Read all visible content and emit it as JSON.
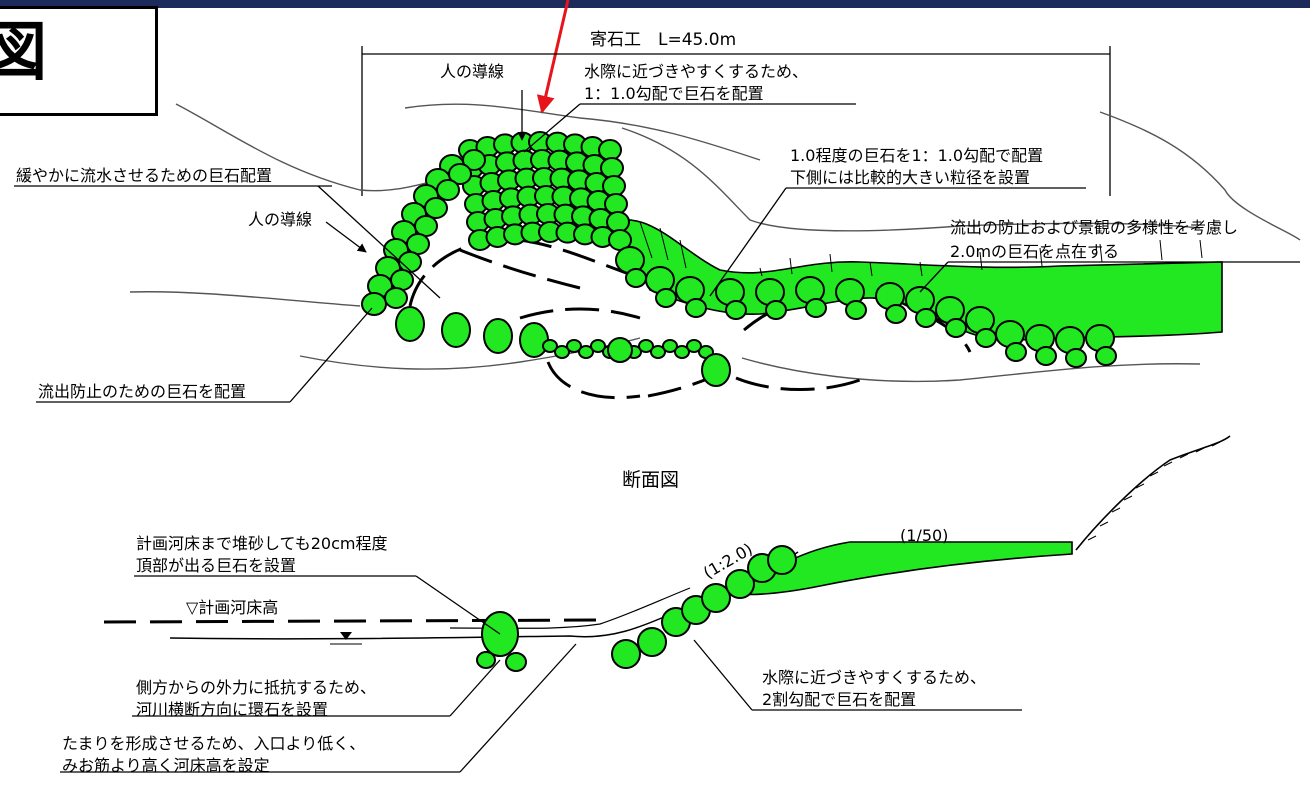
{
  "header": {
    "title_fragment": "図"
  },
  "plan": {
    "length_label": "寄石工　L=45.0m",
    "walkway_label_top": "人の導線",
    "walkway_label_left": "人の導線",
    "note_top_line1": "水際に近づきやすくするため、",
    "note_top_line2": "1：1.0勾配で巨石を配置",
    "note_left": "緩やかに流水させるための巨石配置",
    "note_right1_line1": "1.0程度の巨石を1：1.0勾配で配置",
    "note_right1_line2": "下側には比較的大きい粒径を設置",
    "note_right2_line1": "流出の防止および景観の多様性を考慮し",
    "note_right2_line2": "2.0mの巨石を点在する",
    "note_bottom_left": "流出防止のための巨石を配置"
  },
  "section": {
    "title": "断面図",
    "note_top_line1": "計画河床まで堆砂しても20cm程度",
    "note_top_line2": "頂部が出る巨石を設置",
    "bed_level_label": "▽計画河床高",
    "slope_label": "(1:2.0)",
    "gradient_label": "(1/50)",
    "note_side_line1": "側方からの外力に抵抗するため、",
    "note_side_line2": "河川横断方向に環石を設置",
    "note_pool_line1": "たまりを形成させるため、入口より低く、",
    "note_pool_line2": "みお筋より高く河床高を設定",
    "note_right_line1": "水際に近づきやすくするため、",
    "note_right_line2": "2割勾配で巨石を配置"
  },
  "colors": {
    "boulder_fill": "#22e822",
    "band_fill": "#22e822",
    "arrow": "#e8141c",
    "header_bar": "#1c2a5c",
    "contour": "#555555"
  }
}
